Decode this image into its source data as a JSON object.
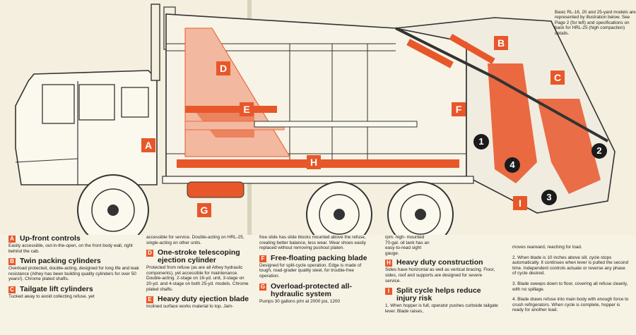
{
  "intro": "Basic RL-16, 20 and 25-yard models are represented by illustration below. See Page 2 (for left) and specifications on back for HRL-25 (high compaction) details.",
  "callouts": [
    "A",
    "B",
    "C",
    "D",
    "E",
    "F",
    "G",
    "H",
    "I"
  ],
  "steps": [
    "1",
    "2",
    "3",
    "4"
  ],
  "features": {
    "a_title": "Up-front controls",
    "a_body": "Easily accessible, out-in-the-open, on the front body wall, right behind the cab.",
    "b_title": "Twin packing cylinders",
    "b_body": "Overload protected, double-acting, designed for long life and leak resistance (Athey has been building quality cylinders for over 50 years!). Chrome plated shafts.",
    "c_title": "Tailgate lift cylinders",
    "c_body": "Tucked away to avoid collecting refuse, yet",
    "c_cont": "accessible for service. Double-acting on HRL-25, single-acting on other units.",
    "d_title": "One-stroke telescoping ejection cylinder",
    "d_body": "Protected from refuse (as are all Athey hydraulic components), yet accessible for maintenance. Double-acting. 2-stage on 16-yd. unit, 3-stage on 20-yd. and 4-stage on both 25-yd. models. Chrome plated shafts.",
    "e_title": "Heavy duty ejection blade",
    "e_body": "Inclined surface works material to top. Jam-",
    "e_cont": "free slide has slide blocks mounted above the refuse, creating better balance, less wear. Wear shoes easily replaced without removing pushout platen.",
    "f_title": "Free-floating packing blade",
    "f_body": "Designed for split-cycle operation. Edge is made of tough, road-grader quality steel, for trouble-free operation.",
    "g_title": "Overload-protected all-hydraulic system",
    "g_body": "Pumps 30 gallons p/m at 2000 psi, 1200",
    "g_cont": "rpm. high- mounted 70-gal. oil tank has an easy-to-read sight gauge.",
    "h_title": "Heavy duty construction",
    "h_body": "Sides have horizontal as well as vertical bracing. Floor, sides, roof and supports are designed for severe service.",
    "i_title": "Split cycle helps reduce injury risk",
    "i_body": "1. When hopper is full, operator pushes curbside tailgate lever. Blade raises,",
    "step_cont": "moves rearward, reaching for load.",
    "step2": "2. When blade is 10 inches above sill, cycle stops automatically. It continues when lever is pulled the second time. Independent controls actuate or reverse any phase of cycle desired.",
    "step3": "3. Blade sweeps down to floor, covering all refuse cleanly, with no spillage.",
    "step4": "4. Blade draws refuse into main body with enough force to crush refrigerators. When cycle is complete, hopper is ready for another load."
  },
  "colors": {
    "accent": "#e8572a",
    "paper": "#f4efde",
    "ink": "#2a2a2a"
  }
}
